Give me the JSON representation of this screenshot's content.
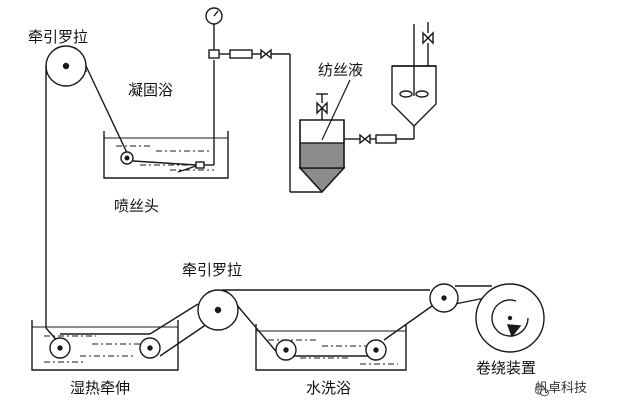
{
  "labels": {
    "top_roller": "牵引罗拉",
    "coagulation_bath": "凝固浴",
    "spinneret": "喷丝头",
    "spinning_solution": "纺丝液",
    "middle_roller": "牵引罗拉",
    "wet_heat_drawing": "湿热牵伸",
    "water_wash_bath": "水洗浴",
    "winding_device": "卷绕装置"
  },
  "watermark": "帆卓科技",
  "colors": {
    "line": "#1a1a1a",
    "liquid_fill": "#8c8c8c",
    "background": "#ffffff"
  }
}
